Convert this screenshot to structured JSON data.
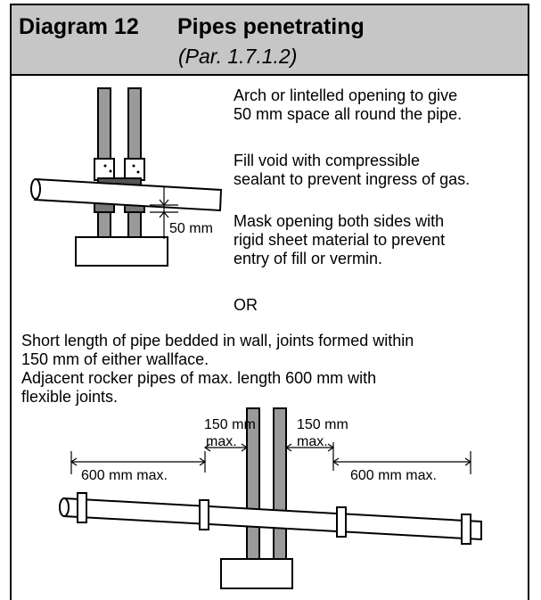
{
  "header": {
    "number": "Diagram 12",
    "title": "Pipes penetrating",
    "reference": "(Par. 1.7.1.2)"
  },
  "notes_top": {
    "line1a": "Arch or lintelled opening to give",
    "line1b": "50 mm space all round the pipe.",
    "line2a": "Fill void with compressible",
    "line2b": "sealant to prevent ingress of gas.",
    "line3a": "Mask opening both sides with",
    "line3b": "rigid sheet material to prevent",
    "line3c": "entry of fill or vermin.",
    "or": "OR"
  },
  "notes_bottom": {
    "line1a": "Short length of pipe bedded in wall, joints formed within",
    "line1b": "150 mm of either wallface.",
    "line2a": "Adjacent rocker pipes of max. length 600 mm with",
    "line2b": "flexible joints."
  },
  "dimensions": {
    "gap": "50 mm",
    "left_150_a": "150 mm",
    "left_150_b": "max.",
    "right_150_a": "150 mm",
    "right_150_b": "max.",
    "left_600": "600 mm max.",
    "right_600": "600 mm max."
  }
}
